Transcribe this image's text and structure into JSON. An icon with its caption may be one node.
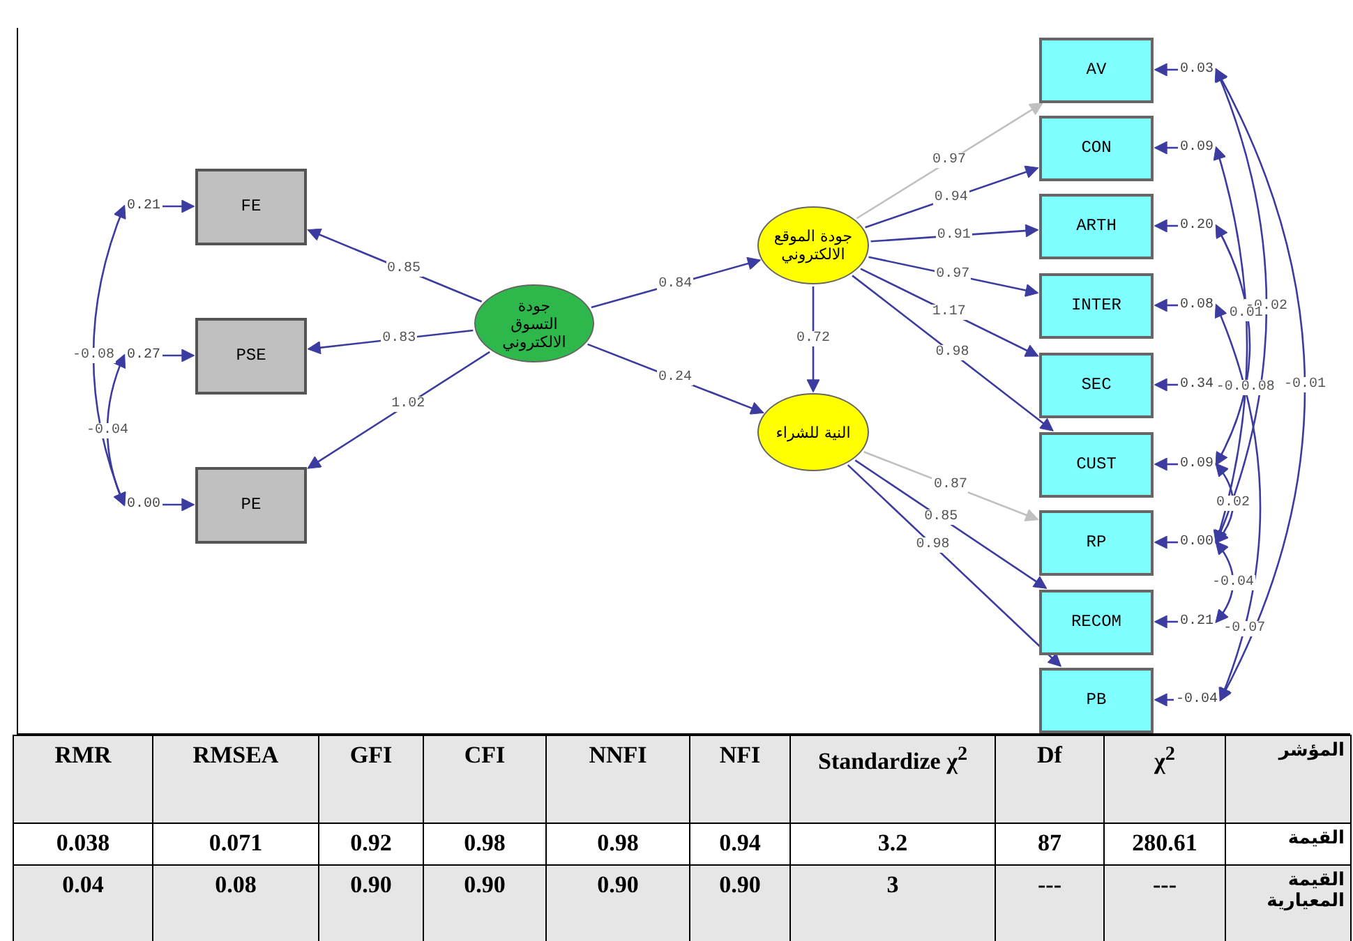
{
  "diagram": {
    "nodes": [
      {
        "text": [
          "FE"
        ]
      },
      {
        "text": [
          "PSE"
        ]
      },
      {
        "text": [
          "PE"
        ]
      },
      {
        "text": [
          "جودة التسوق الالكتروني"
        ]
      },
      {
        "text": [
          "جودة الموقع الالكتروني"
        ]
      },
      {
        "text": [
          "النية للشراء"
        ]
      },
      {
        "text": [
          "AV"
        ]
      },
      {
        "text": [
          "CON"
        ]
      },
      {
        "text": [
          "ARTH"
        ]
      },
      {
        "text": [
          "INTER"
        ]
      },
      {
        "text": [
          "SEC"
        ]
      },
      {
        "text": [
          "CUST"
        ]
      },
      {
        "text": [
          "RP"
        ]
      },
      {
        "text": [
          "RECOM"
        ]
      },
      {
        "text": [
          "PB"
        ]
      },
      {
        "text": [
          "0.21"
        ]
      },
      {
        "text": [
          "0.27"
        ]
      },
      {
        "text": [
          "0.00"
        ]
      },
      {
        "text": [
          "0.03"
        ]
      },
      {
        "text": [
          "0.09"
        ]
      },
      {
        "text": [
          "0.20"
        ]
      },
      {
        "text": [
          "0.08"
        ]
      },
      {
        "text": [
          "0.34"
        ]
      },
      {
        "text": [
          "0.09"
        ]
      },
      {
        "text": [
          "0.00"
        ]
      },
      {
        "text": [
          "0.21"
        ]
      },
      {
        "text": [
          "-0.04"
        ]
      }
    ],
    "edges": [
      {
        "from": 3,
        "to": 0,
        "arrow": "to",
        "label": "0.85"
      },
      {
        "from": 3,
        "to": 1,
        "arrow": "to",
        "label": "0.83"
      },
      {
        "from": 3,
        "to": 2,
        "arrow": "to",
        "label": "1.02"
      },
      {
        "from": 3,
        "to": 4,
        "arrow": "to",
        "label": "0.84"
      },
      {
        "from": 3,
        "to": 5,
        "arrow": "to",
        "label": "0.24"
      },
      {
        "from": 4,
        "to": 5,
        "arrow": "to",
        "label": "0.72"
      },
      {
        "from": 4,
        "to": 6,
        "arrow": "to",
        "label": "0.97",
        "color": "#c0c0c0"
      },
      {
        "from": 4,
        "to": 7,
        "arrow": "to",
        "label": "0.94"
      },
      {
        "from": 4,
        "to": 8,
        "arrow": "to",
        "label": "0.91"
      },
      {
        "from": 4,
        "to": 9,
        "arrow": "to",
        "label": "0.97"
      },
      {
        "from": 4,
        "to": 10,
        "arrow": "to",
        "label": "1.17"
      },
      {
        "from": 4,
        "to": 11,
        "arrow": "to",
        "label": "0.98"
      },
      {
        "from": 5,
        "to": 12,
        "arrow": "to",
        "label": "0.87",
        "color": "#c0c0c0"
      },
      {
        "from": 5,
        "to": 13,
        "arrow": "to",
        "label": "0.85"
      },
      {
        "from": 5,
        "to": 14,
        "arrow": "to",
        "label": "0.98"
      },
      {
        "from": 15,
        "to": 0,
        "arrow": "to"
      },
      {
        "from": 16,
        "to": 1,
        "arrow": "to"
      },
      {
        "from": 17,
        "to": 2,
        "arrow": "to"
      },
      {
        "from": 18,
        "to": 6,
        "arrow": "to"
      },
      {
        "from": 19,
        "to": 7,
        "arrow": "to"
      },
      {
        "from": 20,
        "to": 8,
        "arrow": "to"
      },
      {
        "from": 21,
        "to": 9,
        "arrow": "to"
      },
      {
        "from": 22,
        "to": 10,
        "arrow": "to"
      },
      {
        "from": 23,
        "to": 11,
        "arrow": "to"
      },
      {
        "from": 24,
        "to": 12,
        "arrow": "to"
      },
      {
        "from": 25,
        "to": 13,
        "arrow": "to"
      },
      {
        "from": 26,
        "to": 14,
        "arrow": "to"
      },
      {
        "from": 15,
        "to": 17,
        "arrow": "both",
        "label": "-0.08"
      },
      {
        "from": 16,
        "to": 17,
        "arrow": "both",
        "label": "-0.04"
      },
      {
        "from": 18,
        "to": 24,
        "arrow": "both",
        "label": "-0.02"
      },
      {
        "from": 19,
        "to": 24,
        "arrow": "both",
        "label": "0.01"
      },
      {
        "from": 18,
        "to": 26,
        "arrow": "both",
        "label": "-0.01"
      },
      {
        "from": 20,
        "to": 23,
        "arrow": "both",
        "label": "-0.0.08"
      },
      {
        "from": 23,
        "to": 24,
        "arrow": "both",
        "label": "0.02"
      },
      {
        "from": 24,
        "to": 25,
        "arrow": "both",
        "label": "-0.04"
      },
      {
        "from": 21,
        "to": 26,
        "arrow": "both",
        "label": "-0.07"
      }
    ],
    "labels": [
      "RMR",
      "RMSEA",
      "GFI",
      "CFI",
      "NNFI",
      "NFI",
      "Standardize χ$^{2}$",
      "Df",
      "χ$^{2}$",
      "المؤشر",
      "0.038",
      "0.071",
      "0.92",
      "0.98",
      "0.98",
      "0.94",
      "3.2",
      "87",
      "280.61",
      "القيمة",
      "0.04",
      "0.08",
      "0.90",
      "0.90",
      "0.90",
      "0.90",
      "3",
      "---",
      "---",
      "القيمة المعيارية"
    ]
  }
}
